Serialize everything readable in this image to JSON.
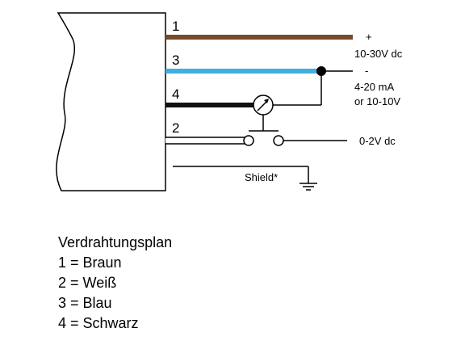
{
  "wires": {
    "w1": {
      "number": "1",
      "color": "#7a4a28"
    },
    "w3": {
      "number": "3",
      "color": "#3fb0e0"
    },
    "w4": {
      "number": "4",
      "color": "#111111"
    },
    "w2": {
      "number": "2",
      "color": "#ffffff"
    }
  },
  "labels": {
    "plus": "+",
    "supply": "10-30V dc",
    "minus": "-",
    "current": "4-20 mA",
    "voltage_alt": "or 10-10V",
    "switch_out": "0-2V dc",
    "shield": "Shield*"
  },
  "legend": {
    "title": "Verdrahtungsplan",
    "items": [
      "1 = Braun",
      "2 = Weiß",
      "3 = Blau",
      "4 = Schwarz"
    ]
  }
}
